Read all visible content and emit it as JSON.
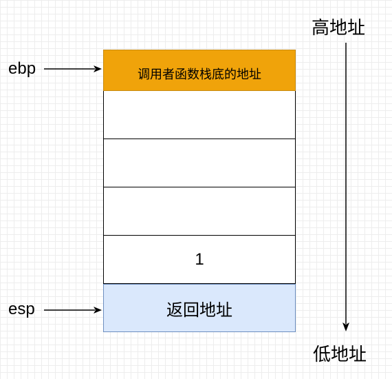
{
  "pointers": {
    "ebp": "ebp",
    "esp": "esp"
  },
  "stack": {
    "cells": [
      "调用者函数栈底的地址",
      "",
      "",
      "",
      "1",
      "返回地址"
    ]
  },
  "axis": {
    "high": "高地址",
    "low": "低地址"
  }
}
